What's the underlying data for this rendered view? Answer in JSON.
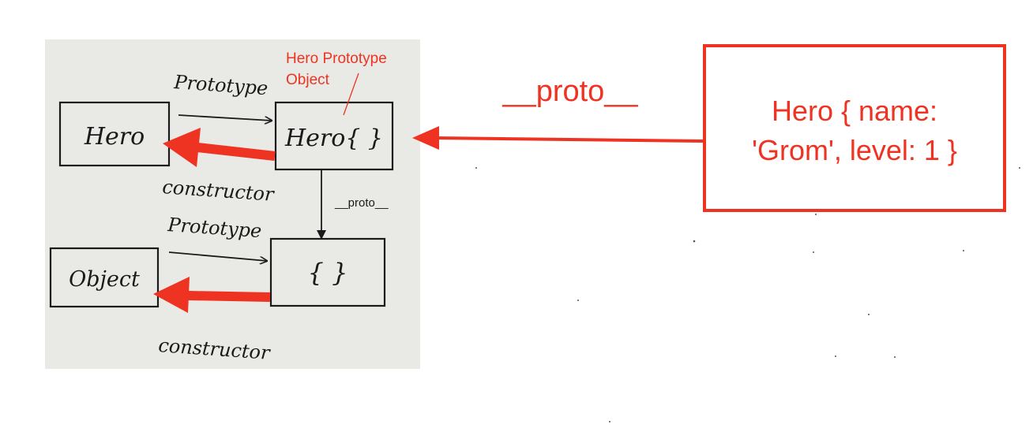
{
  "colors": {
    "paper": "#e9e9e6",
    "ink": "#1a1a1a",
    "accent": "#ee3322",
    "background": "#ffffff"
  },
  "photo": {
    "hero_box_label": "Hero",
    "hero_proto_box_label": "Hero{ }",
    "object_box_label": "Object",
    "object_proto_box_label": "{ }",
    "prototype_label_top": "Prototype",
    "prototype_label_bottom": "Prototype",
    "constructor_label_top": "constructor",
    "constructor_label_bottom": "constructor",
    "proto_link_label": "__proto__"
  },
  "annotations": {
    "hero_prototype_object_line1": "Hero Prototype",
    "hero_prototype_object_line2": "Object",
    "proto_arrow_label": "__proto__",
    "instance_line1": "Hero { name:",
    "instance_line2": "'Grom', level: 1 }"
  }
}
